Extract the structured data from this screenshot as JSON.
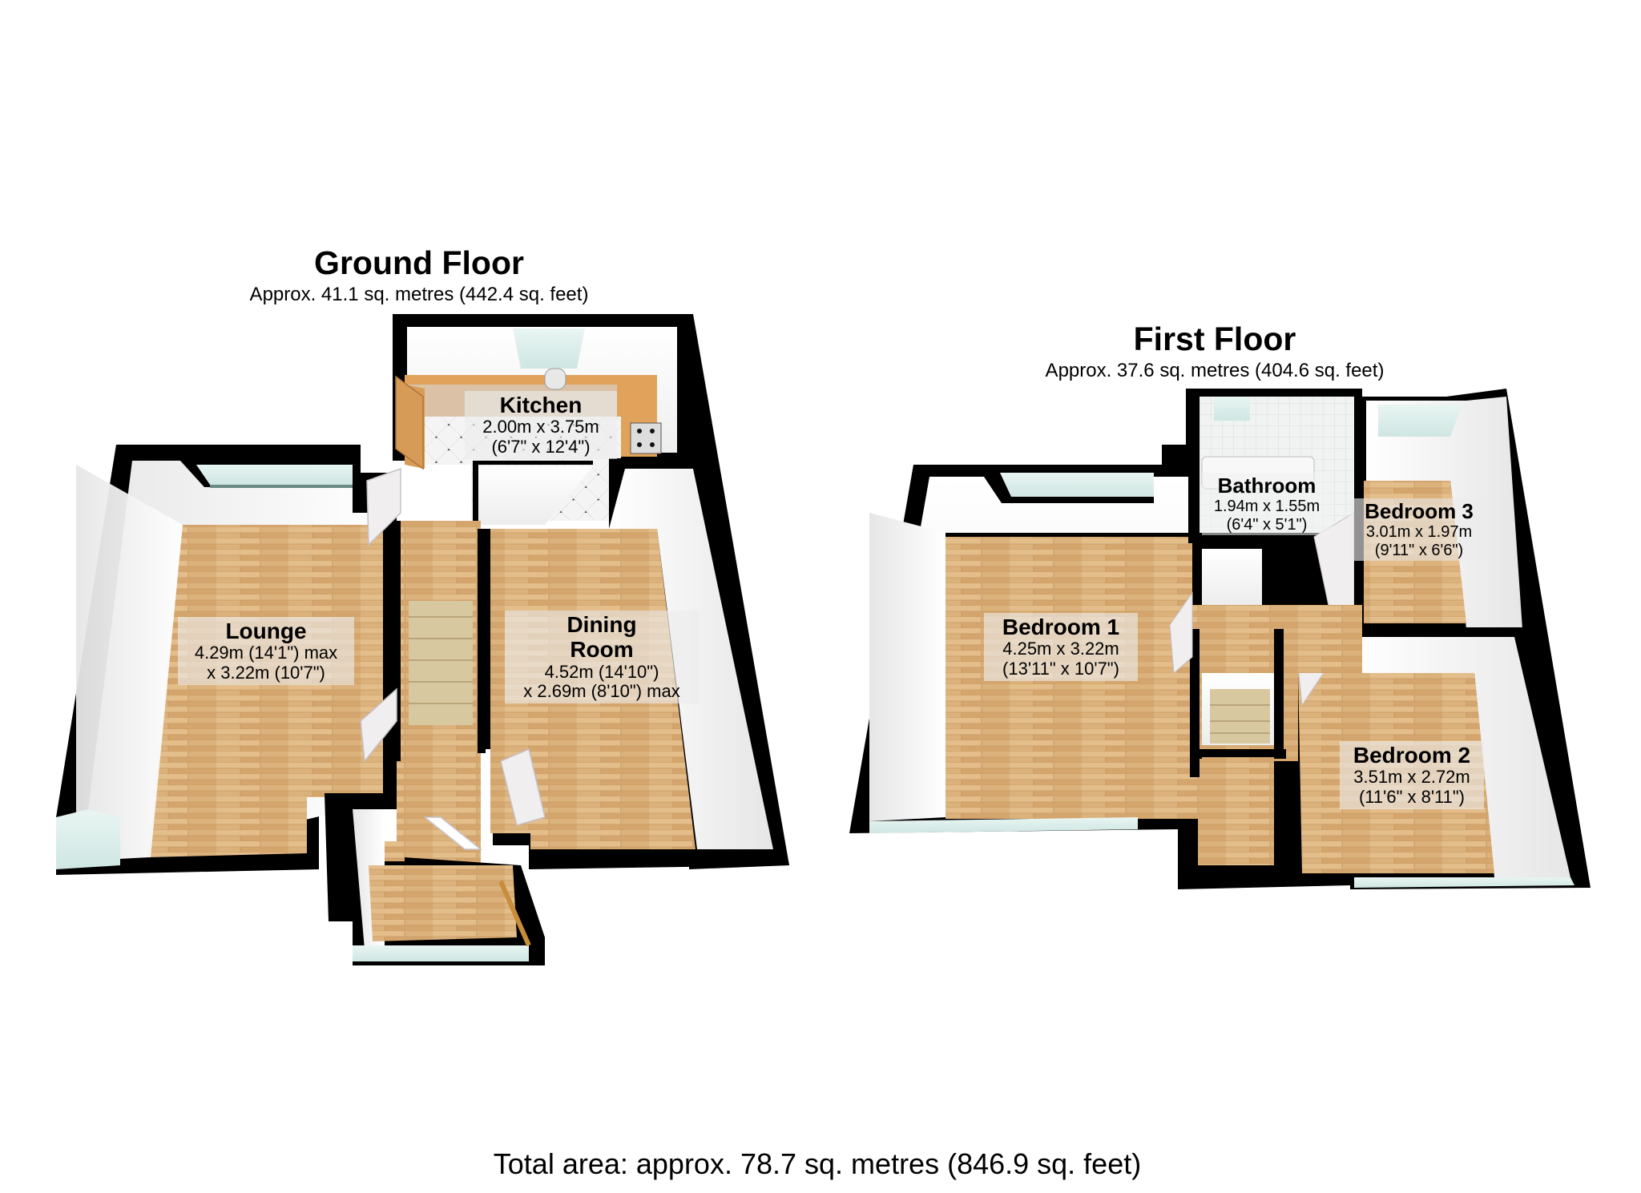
{
  "ground_floor": {
    "title": "Ground Floor",
    "area": "Approx. 41.1 sq. metres (442.4 sq. feet)",
    "rooms": [
      {
        "name": "Kitchen",
        "dim_line1": "2.00m x 3.75m",
        "dim_line2": "(6'7\" x 12'4\")"
      },
      {
        "name": "Lounge",
        "dim_line1": "4.29m (14'1\") max",
        "dim_line2": "x 3.22m (10'7\")"
      },
      {
        "name": "Dining Room",
        "name_line1": "Dining",
        "name_line2": "Room",
        "dim_line1": "4.52m (14'10\")",
        "dim_line2": "x 2.69m (8'10\") max"
      }
    ]
  },
  "first_floor": {
    "title": "First Floor",
    "area": "Approx. 37.6 sq. metres (404.6 sq. feet)",
    "rooms": [
      {
        "name": "Bathroom",
        "dim_line1": "1.94m x 1.55m",
        "dim_line2": "(6'4\" x 5'1\")"
      },
      {
        "name": "Bedroom 3",
        "dim_line1": "3.01m x 1.97m",
        "dim_line2": "(9'11\" x 6'6\")"
      },
      {
        "name": "Bedroom 1",
        "dim_line1": "4.25m x 3.22m",
        "dim_line2": "(13'11\" x 10'7\")"
      },
      {
        "name": "Bedroom 2",
        "dim_line1": "3.51m x 2.72m",
        "dim_line2": "(11'6\" x 8'11\")"
      }
    ]
  },
  "total_area": "Total area: approx. 78.7 sq. metres (846.9 sq. feet)",
  "colors": {
    "wall": "#000000",
    "wall_face": "#f4f4f4",
    "wood_floor": "#dcb27c",
    "kitchen_worktop": "#e1a35c",
    "tile_floor": "#f2f2f2",
    "window_glass": "#dff0ee",
    "stairs": "#d8c8a0"
  }
}
